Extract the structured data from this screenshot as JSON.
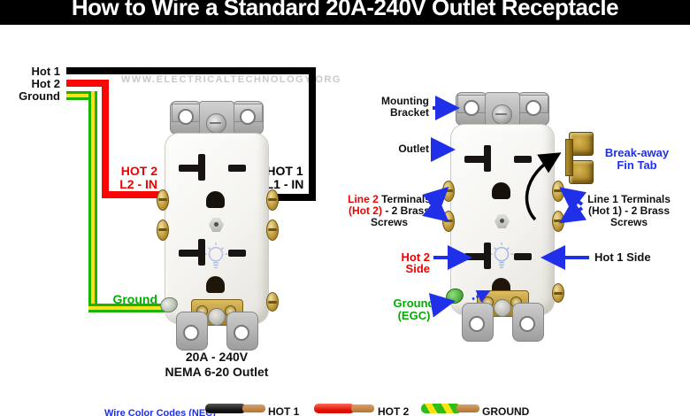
{
  "title": "How to Wire a Standard 20A-240V Outlet Receptacle",
  "watermark": "WWW.ELECTRICALTECHNOLOGY.ORG",
  "left": {
    "hot1_label": "Hot 1",
    "hot2_label": "Hot 2",
    "ground_label": "Ground",
    "hot2_in_l1": "HOT 2",
    "hot2_in_l2": "L2 - IN",
    "hot1_in_l1": "HOT 1",
    "hot1_in_l2": "L1 - IN",
    "ground_connect_label": "Ground",
    "caption_l1": "20A - 240V",
    "caption_l2": "NEMA 6-20 Outlet"
  },
  "right": {
    "mounting_l1": "Mounting",
    "mounting_l2": "Bracket",
    "outlet_label": "Outlet",
    "breakaway_l1": "Break-away",
    "breakaway_l2": "Fin Tab",
    "line2_red": "Line 2",
    "line2_rest": " Terminals",
    "line2_hot": "(Hot 2)",
    "line2_rest2": " - 2 Brass",
    "line2_l3": "Screws",
    "line1_l1": "Line 1 Terminals",
    "line1_l2": "(Hot 1) - 2 Brass",
    "line1_l3": "Screws",
    "hot2_side": "Hot 2 Side",
    "hot1_side": "Hot 1 Side",
    "ground_l1": "Ground",
    "ground_l2": "(EGC)"
  },
  "legend": {
    "heading": "Wire Color Codes (NEC)",
    "items": [
      {
        "label": "HOT 1",
        "color": "#111111"
      },
      {
        "label": "HOT 2",
        "color": "#dc0e00"
      },
      {
        "label": "GROUND",
        "color": "#2fbe19"
      }
    ]
  },
  "colors": {
    "accent_blue": "#2030e8",
    "hot1_black": "#000000",
    "hot2_red": "#fb0604",
    "ground_green": "#19b400",
    "ground_text_green": "#00ad00",
    "brass": "#c19a3a",
    "watermark_gray": "#c9c9c9"
  }
}
